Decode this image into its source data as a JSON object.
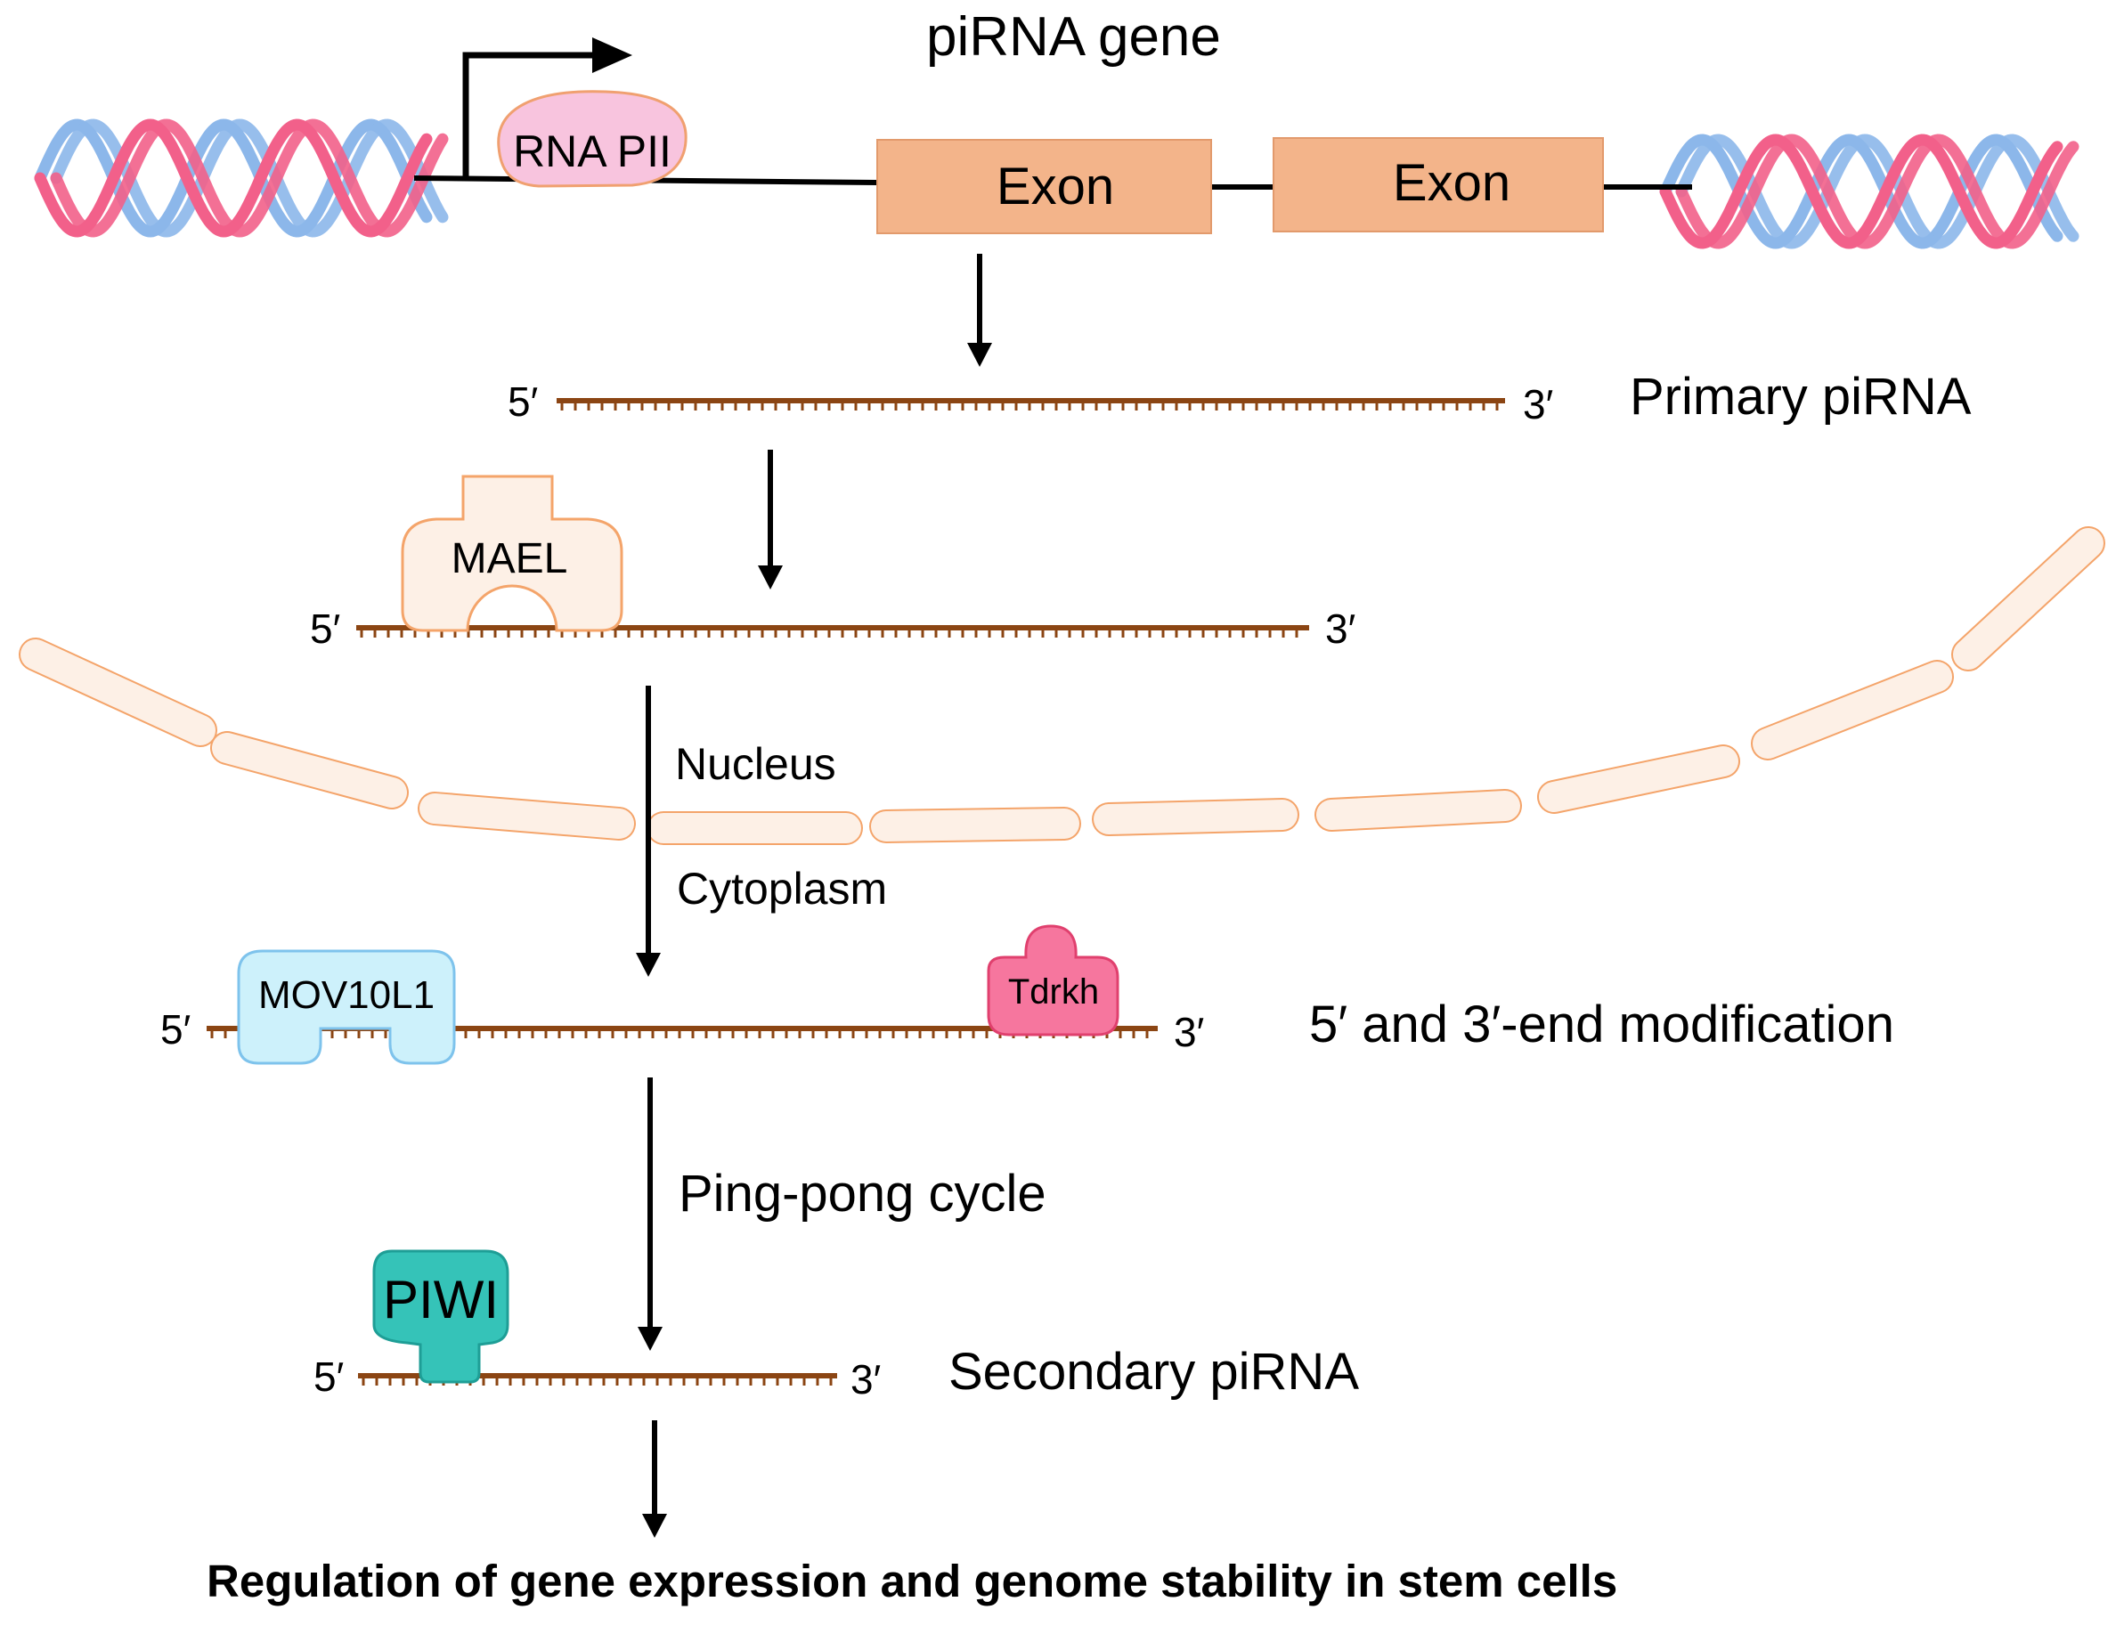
{
  "gene": {
    "title": "piRNA gene",
    "polymerase": "RNA PII",
    "exon1": "Exon",
    "exon2": "Exon"
  },
  "primary": {
    "five_prime": "5′",
    "three_prime": "3′",
    "label": "Primary piRNA"
  },
  "mael_step": {
    "protein": "MAEL",
    "five_prime": "5′",
    "three_prime": "3′"
  },
  "compartments": {
    "nucleus": "Nucleus",
    "cytoplasm": "Cytoplasm"
  },
  "modification": {
    "protein_left": "MOV10L1",
    "protein_right": "Tdrkh",
    "five_prime": "5′",
    "three_prime": "3′",
    "label": "5′ and 3′-end modification"
  },
  "pingpong": {
    "label": "Ping-pong cycle"
  },
  "secondary": {
    "protein": "PIWI",
    "five_prime": "5′",
    "three_prime": "3′",
    "label": "Secondary piRNA"
  },
  "outcome": {
    "text": "Regulation of gene expression and genome stability in stem cells"
  },
  "colors": {
    "dna_pink": "#f2608a",
    "dna_blue": "#8cb7ea",
    "rna_brown": "#8b4513",
    "exon_fill": "#f3b48a",
    "polymerase_fill": "#f8c4de",
    "polymerase_stroke": "#f0a070",
    "mael_fill": "#fdf0e6",
    "mael_stroke": "#f4a46a",
    "membrane_fill": "#fdf0e6",
    "membrane_stroke": "#f4a46a",
    "mov10l1_fill": "#cdf1fb",
    "mov10l1_stroke": "#7ec3ec",
    "tdrkh_fill": "#f6769e",
    "tdrkh_stroke": "#e0406e",
    "piwi_fill": "#35c3b8",
    "piwi_stroke": "#1e9e96"
  }
}
